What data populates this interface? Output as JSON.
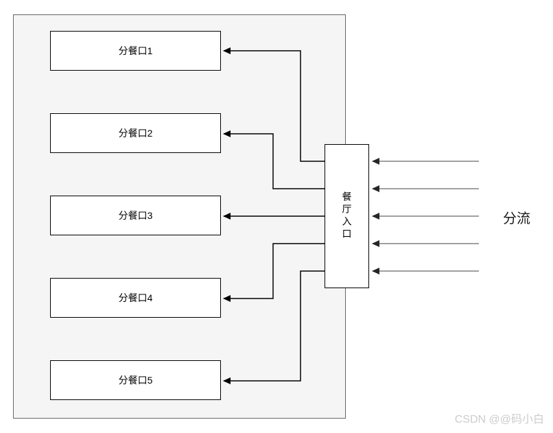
{
  "diagram": {
    "title_hint": "restaurant entrance flow-splitting diagram",
    "container": {
      "border_color": "#666666",
      "fill_color": "#f5f5f5"
    },
    "ports": [
      {
        "label": "分餐口1"
      },
      {
        "label": "分餐口2"
      },
      {
        "label": "分餐口3"
      },
      {
        "label": "分餐口4"
      },
      {
        "label": "分餐口5"
      }
    ],
    "entrance": {
      "label": "餐厅入口",
      "fill_color": "#ffffff",
      "border_color": "#000000"
    },
    "flow_label": "分流",
    "connectors": {
      "to_ports_color": "#000000",
      "inflow_color": "#808080",
      "arrowhead_color": "#262626",
      "inflow_count": 5
    }
  },
  "watermark": {
    "text": "CSDN @@码小白",
    "color": "#cccccc"
  }
}
